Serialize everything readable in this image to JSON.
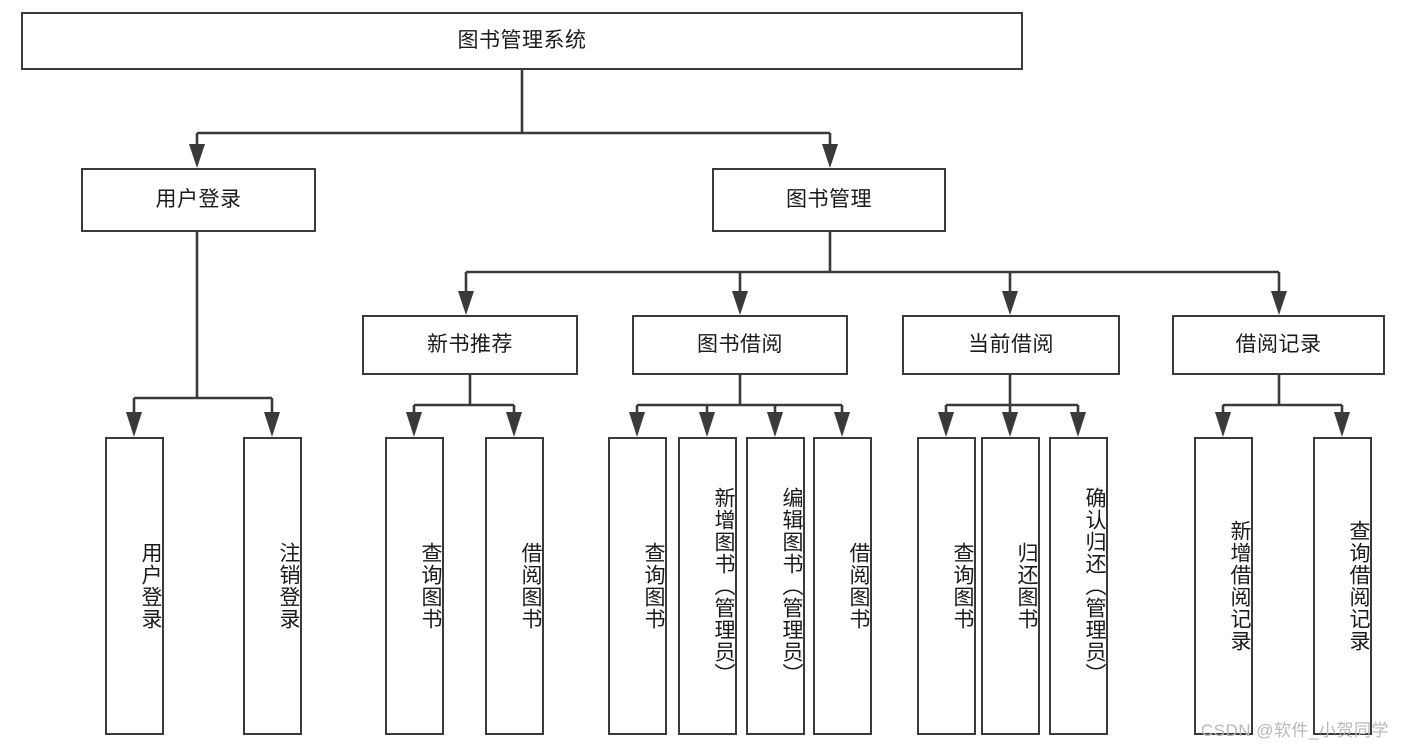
{
  "diagram": {
    "type": "tree",
    "title": "图书管理系统",
    "orientation": "top-down",
    "colors": {
      "box_border": "#3a3a3a",
      "box_fill": "#ffffff",
      "connector": "#3a3a3a",
      "text": "#1b1b1b",
      "watermark": "#b9b9b9",
      "background": "#ffffff"
    }
  },
  "root": {
    "label": "图书管理系统"
  },
  "level2": [
    {
      "label": "用户登录"
    },
    {
      "label": "图书管理"
    }
  ],
  "level3": [
    {
      "label": "新书推荐"
    },
    {
      "label": "图书借阅"
    },
    {
      "label": "当前借阅"
    },
    {
      "label": "借阅记录"
    }
  ],
  "leaves": {
    "user_login": [
      {
        "label": "用户登录"
      },
      {
        "label": "注销登录"
      }
    ],
    "new_book": [
      {
        "label": "查询图书"
      },
      {
        "label": "借阅图书"
      }
    ],
    "book_borrow": [
      {
        "label": "查询图书"
      },
      {
        "label": "新增图书（管理员）"
      },
      {
        "label": "编辑图书（管理员）"
      },
      {
        "label": "借阅图书"
      }
    ],
    "current_borrow": [
      {
        "label": "查询图书"
      },
      {
        "label": "归还图书"
      },
      {
        "label": "确认归还（管理员）"
      }
    ],
    "borrow_record": [
      {
        "label": "新增借阅记录"
      },
      {
        "label": "查询借阅记录"
      }
    ]
  },
  "watermark": {
    "text": "CSDN @软件_小贺同学"
  }
}
